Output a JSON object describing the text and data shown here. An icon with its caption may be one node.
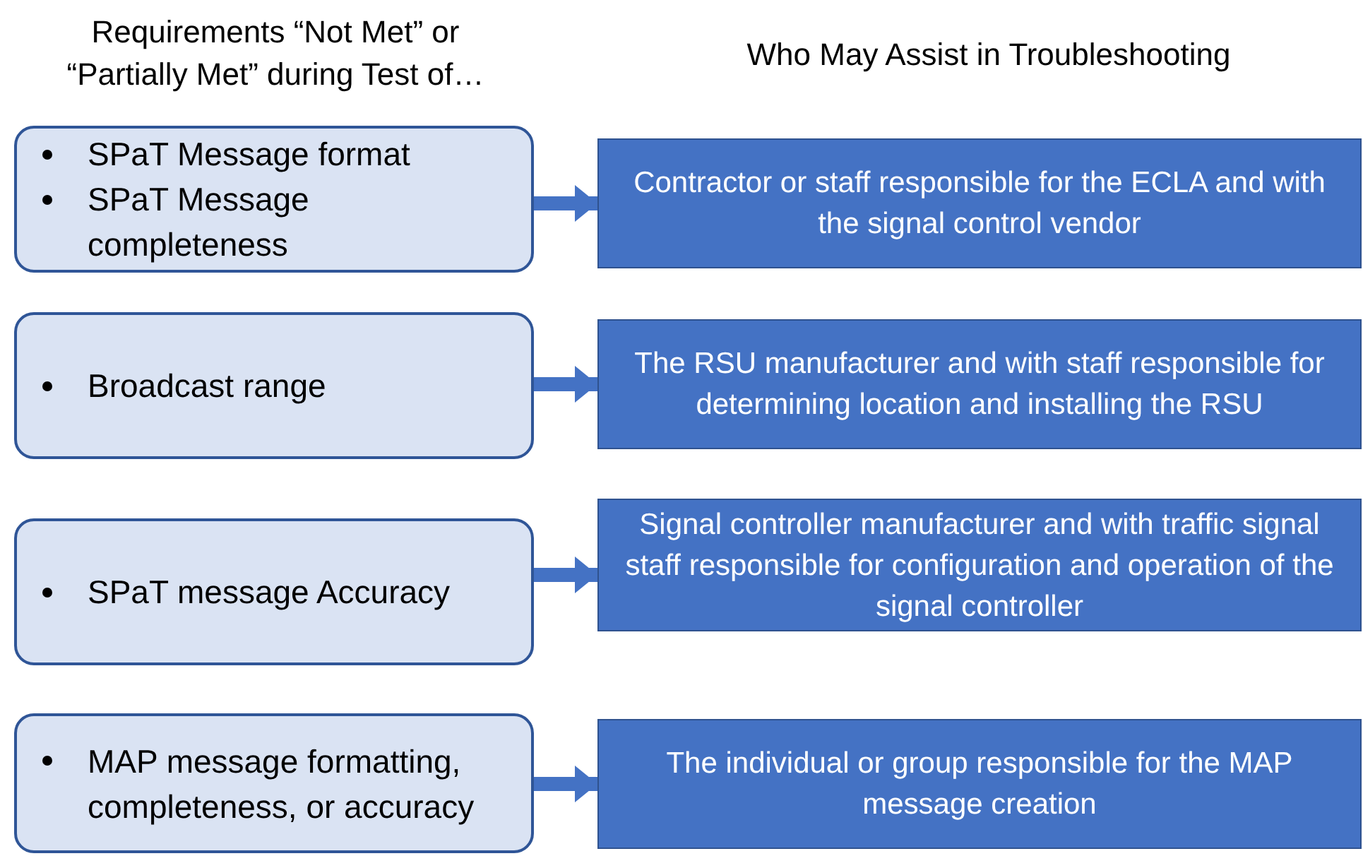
{
  "diagram": {
    "nodes": [
      {
        "text": [
          "SPaT Message format",
          "SPaT Message completeness"
        ]
      },
      {
        "text": [
          "Broadcast range"
        ]
      },
      {
        "text": [
          "SPaT message Accuracy"
        ]
      },
      {
        "text": [
          "MAP message formatting, completeness, or accuracy"
        ]
      },
      {
        "text": [
          "Contractor or staff responsible for the ECLA and with the signal control vendor"
        ]
      },
      {
        "text": [
          "The RSU manufacturer and with staff responsible for determining location and installing the RSU"
        ]
      },
      {
        "text": [
          "Signal controller manufacturer and with traffic signal staff responsible for configuration and operation of the signal controller"
        ]
      },
      {
        "text": [
          "The individual or group responsible for the MAP message creation"
        ]
      }
    ],
    "edges": [
      {
        "from": 0,
        "to": 4,
        "arrow": "to"
      },
      {
        "from": 1,
        "to": 5,
        "arrow": "to"
      },
      {
        "from": 2,
        "to": 6,
        "arrow": "to"
      },
      {
        "from": 3,
        "to": 7,
        "arrow": "to"
      }
    ],
    "labels": [
      "Requirements “Not Met” or “Partially Met” during Test of…",
      "Who May Assist in Troubleshooting"
    ]
  }
}
